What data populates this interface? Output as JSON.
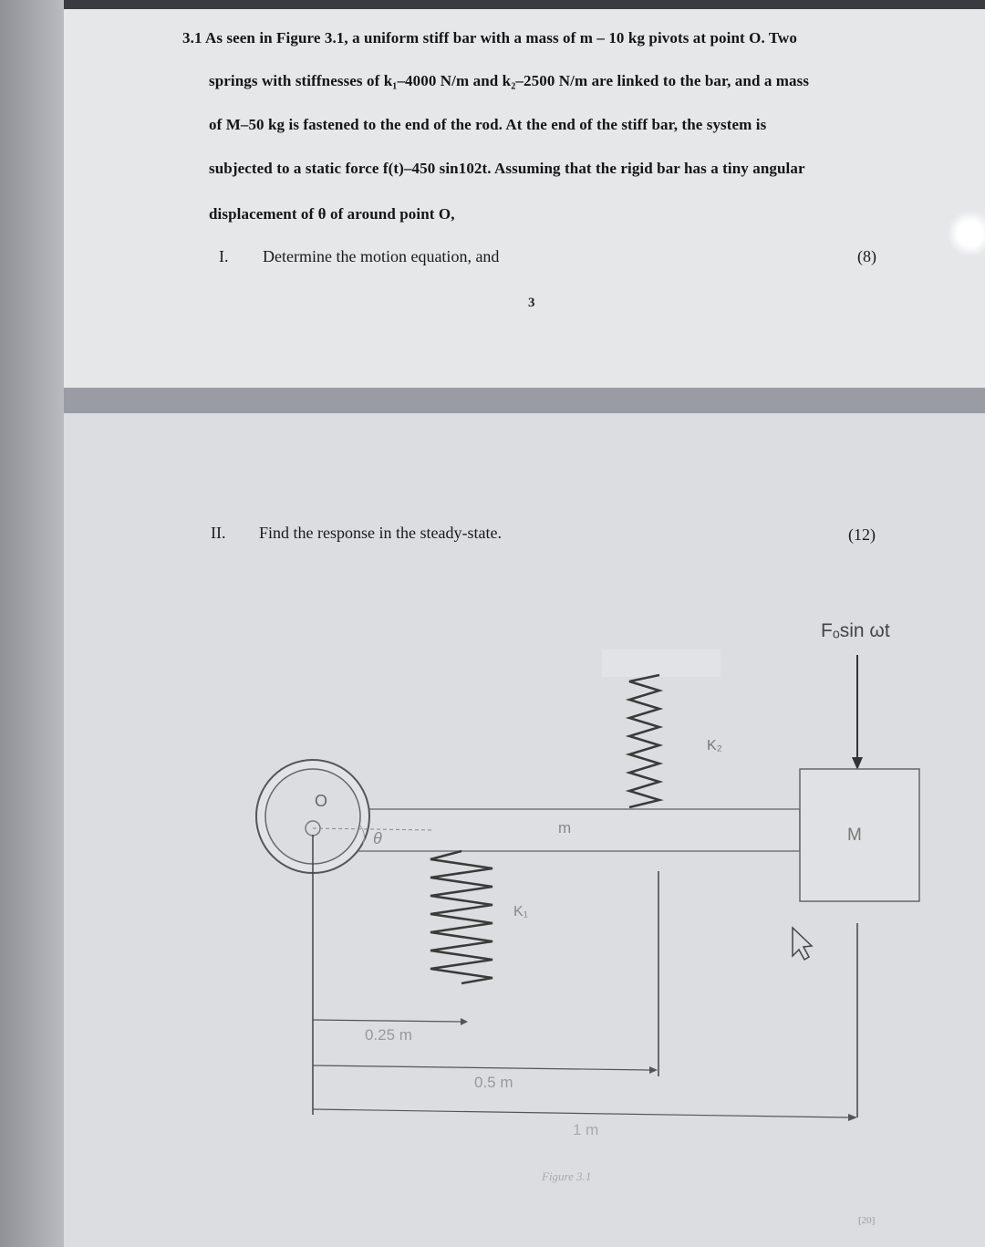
{
  "question": {
    "lines": [
      "3.1 As seen in Figure 3.1, a uniform stiff bar with a mass of m – 10 kg pivots at point O. Two",
      "springs with stiffnesses of k₁–4000 N/m and k₂–2500 N/m are linked to the bar, and a mass",
      "of M–50 kg is fastened to the end of the rod. At the end of the stiff bar, the system is",
      "subjected to a static force f(t)–450 sin102t. Assuming that the rigid bar has a tiny angular",
      "displacement of θ of around point O,"
    ]
  },
  "part1": {
    "num": "I.",
    "text": "Determine the motion equation, and",
    "marks": "(8)"
  },
  "page_number": "3",
  "part2": {
    "num": "II.",
    "text": "Find the response in the steady-state.",
    "marks": "(12)"
  },
  "figure": {
    "force_label": "Fₒsin ωt",
    "k2_label": "K₂",
    "k1_label": "K₁",
    "bar_label": "m",
    "mass_label": "M",
    "pivot_label": "O",
    "angle_label": "θ",
    "dim1": "0.25 m",
    "dim2": "0.5 m",
    "dim3": "1 m",
    "caption": "Figure 3.1"
  },
  "total_marks": "[20]"
}
